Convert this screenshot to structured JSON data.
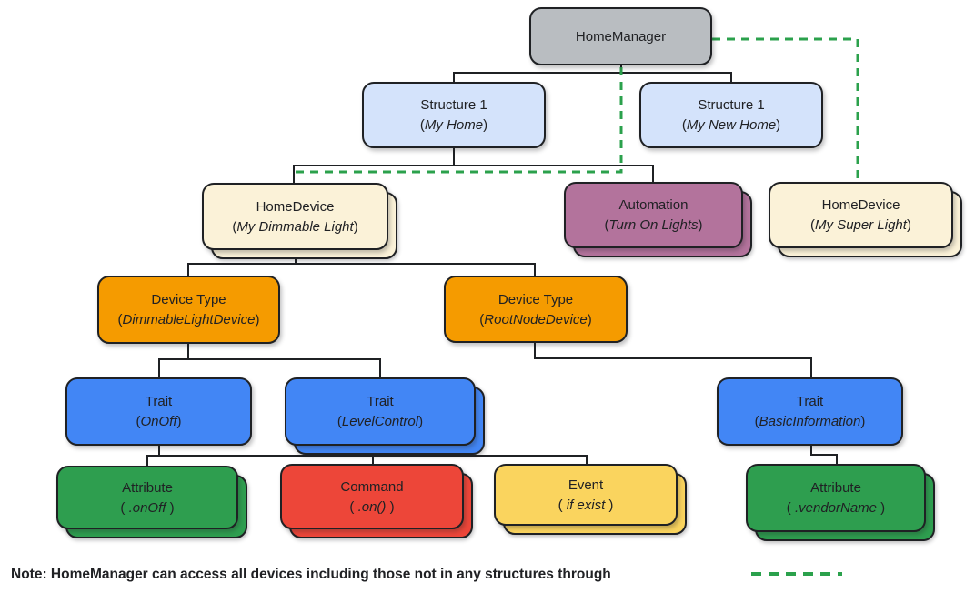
{
  "colors": {
    "gray": "#B9BDC1",
    "light_blue": "#D4E3FB",
    "cream": "#FBF2D8",
    "purple": "#B3739C",
    "orange": "#F59B00",
    "blue": "#4286F5",
    "green": "#2E9E4F",
    "red": "#ED4639",
    "yellow": "#FAD45E",
    "line": "#1F2124",
    "dashed_green": "#2BA14C",
    "text": "#202124"
  },
  "nodes": {
    "home_manager": {
      "title": "HomeManager"
    },
    "structure_my_home": {
      "title": "Structure 1",
      "pl": "(",
      "sub": "My Home",
      "pr": ")"
    },
    "structure_my_new_home": {
      "title": "Structure 1",
      "pl": "(",
      "sub": "My New Home",
      "pr": ")"
    },
    "homedevice_dimmable": {
      "title": "HomeDevice",
      "pl": "(",
      "sub": "My Dimmable Light",
      "pr": ")"
    },
    "automation": {
      "title": "Automation",
      "pl": "(",
      "sub": "Turn On Lights",
      "pr": ")"
    },
    "homedevice_super": {
      "title": "HomeDevice",
      "pl": "(",
      "sub": "My Super Light",
      "pr": ")"
    },
    "devicetype_dimmable": {
      "title": "Device Type",
      "pl": "(",
      "sub": "DimmableLightDevice",
      "pr": ")"
    },
    "devicetype_rootnode": {
      "title": "Device Type",
      "pl": "(",
      "sub": "RootNodeDevice",
      "pr": ")"
    },
    "trait_onoff": {
      "title": "Trait",
      "pl": "(",
      "sub": "OnOff",
      "pr": ")"
    },
    "trait_levelcontrol": {
      "title": "Trait",
      "pl": "(",
      "sub": "LevelControl",
      "pr": ")"
    },
    "trait_basicinfo": {
      "title": "Trait",
      "pl": "(",
      "sub": "BasicInformation",
      "pr": ")"
    },
    "attr_onoff": {
      "title": "Attribute",
      "pl": "( ",
      "sub": ".onOff",
      "pr": " )"
    },
    "command_on": {
      "title": "Command",
      "pl": "( ",
      "sub": ".on()",
      "pr": " )"
    },
    "event_if_exist": {
      "title": "Event",
      "pl": "( ",
      "sub": "if exist",
      "pr": " )"
    },
    "attr_vendorname": {
      "title": "Attribute",
      "pl": "( ",
      "sub": ".vendorName",
      "pr": " )"
    }
  },
  "note": {
    "text": "Note: HomeManager can access all devices including those not in any structures through",
    "legend_icon": "green-dashed-line"
  }
}
